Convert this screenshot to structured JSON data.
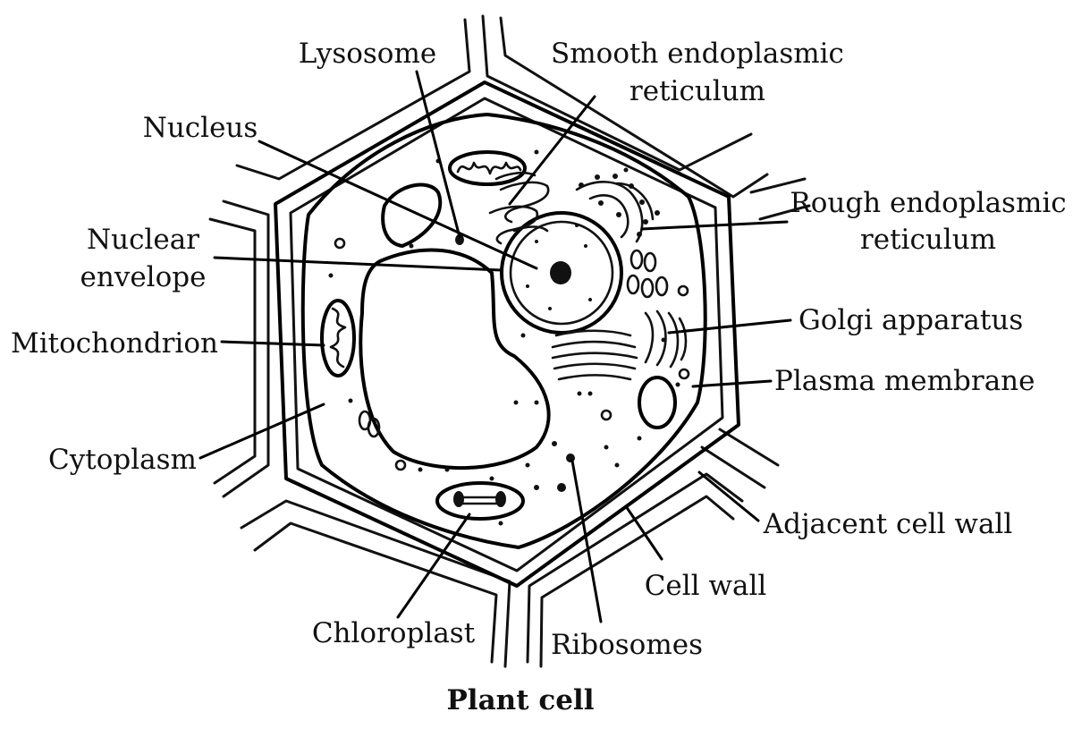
{
  "title": "Plant cell",
  "labels": {
    "lysosome": "Lysosome",
    "smooth_er_1": "Smooth endoplasmic",
    "smooth_er_2": "reticulum",
    "nucleus": "Nucleus",
    "rough_er_1": "Rough endoplasmic",
    "rough_er_2": "reticulum",
    "nuclear_envelope_1": "Nuclear",
    "nuclear_envelope_2": "envelope",
    "golgi": "Golgi apparatus",
    "mitochondrion": "Mitochondrion",
    "plasma_membrane": "Plasma membrane",
    "cytoplasm": "Cytoplasm",
    "adjacent_cell_wall": "Adjacent cell wall",
    "cell_wall": "Cell wall",
    "chloroplast": "Chloroplast",
    "ribosomes": "Ribosomes"
  }
}
